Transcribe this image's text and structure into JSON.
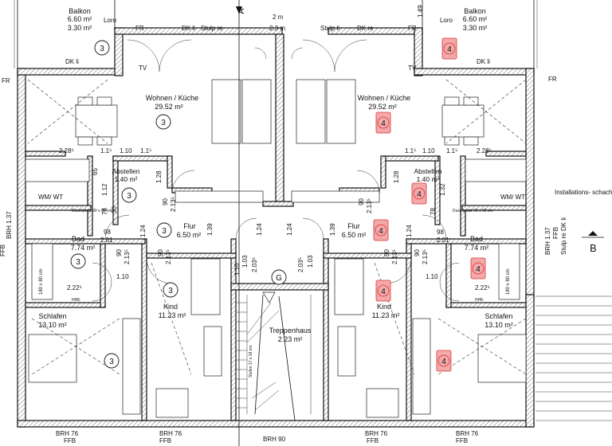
{
  "rooms": {
    "balkon_l": {
      "name": "Balkon",
      "area1": "6.60 m²",
      "area2": "3.30 m²"
    },
    "balkon_r": {
      "name": "Balkon",
      "area1": "6.60 m²",
      "area2": "3.30 m²"
    },
    "loro": "Loro",
    "wohnen_l": {
      "name": "Wohnen / Küche",
      "area": "29.52 m²"
    },
    "wohnen_r": {
      "name": "Wohnen / Küche",
      "area": "29.52 m²"
    },
    "abstellen_l": {
      "name": "Abstellen",
      "area": "1.40 m²"
    },
    "abstellen_r": {
      "name": "Abstellen",
      "area": "1.40 m²"
    },
    "flur_l": {
      "name": "Flur",
      "area": "6.50 m²"
    },
    "flur_r": {
      "name": "Flur",
      "area": "6.50 m²"
    },
    "bad_l": {
      "name": "Bad",
      "area": "7.74 m²"
    },
    "bad_r": {
      "name": "Bad",
      "area": "7.74 m²"
    },
    "kind_l": {
      "name": "Kind",
      "area": "11.23 m²"
    },
    "kind_r": {
      "name": "Kind",
      "area": "11.23 m²"
    },
    "schlafen_l": {
      "name": "Schlafen",
      "area": "13.10 m²"
    },
    "schlafen_r": {
      "name": "Schlafen",
      "area": "13.10 m²"
    },
    "treppenhaus": {
      "name": "Treppenhaus",
      "area": "2.23 m²"
    }
  },
  "labels": {
    "wmwt": "WM/ WT",
    "duschplatz": "Duschplatz 90 x 90 cm",
    "installationsschacht": "Installations- schacht",
    "fr": "FR",
    "dk_li": "DK li",
    "dk_re": "DK re",
    "stulp_re": "Stulp re",
    "stulp_li": "Stulp li",
    "tv": "TV",
    "ffb": "FFB",
    "brh_76": "BRH 76",
    "brh_90": "BRH 90",
    "brh_137": "BRH 1.37",
    "g": "G",
    "section_a": "A",
    "section_b": "B",
    "tub": "180 x 80 cm",
    "hhk": "HHK"
  },
  "dimensions": {
    "top_2m": "2 m",
    "top_23m": "2.3 m",
    "top_149": "1.49",
    "d_228": "2.28⁵",
    "d_115": "1.1⁵",
    "d_110": "1.10",
    "d_128": "1.28",
    "d_90": "90",
    "d_213": "2.13⁵",
    "d_124": "1.24",
    "d_139": "1.39",
    "d_98": "98",
    "d_201": "2.01",
    "d_103": "1.03",
    "d_2035": "2.03⁵",
    "d_222": "2.22⁵",
    "d_78": "78",
    "d_65": "65",
    "d_112": "1.12",
    "d_132": "1.32",
    "d_30": "30",
    "d_98b": "98",
    "d_stair": "Stufen 17 x 18 cm"
  },
  "markers": {
    "three": "3",
    "four": "4"
  }
}
